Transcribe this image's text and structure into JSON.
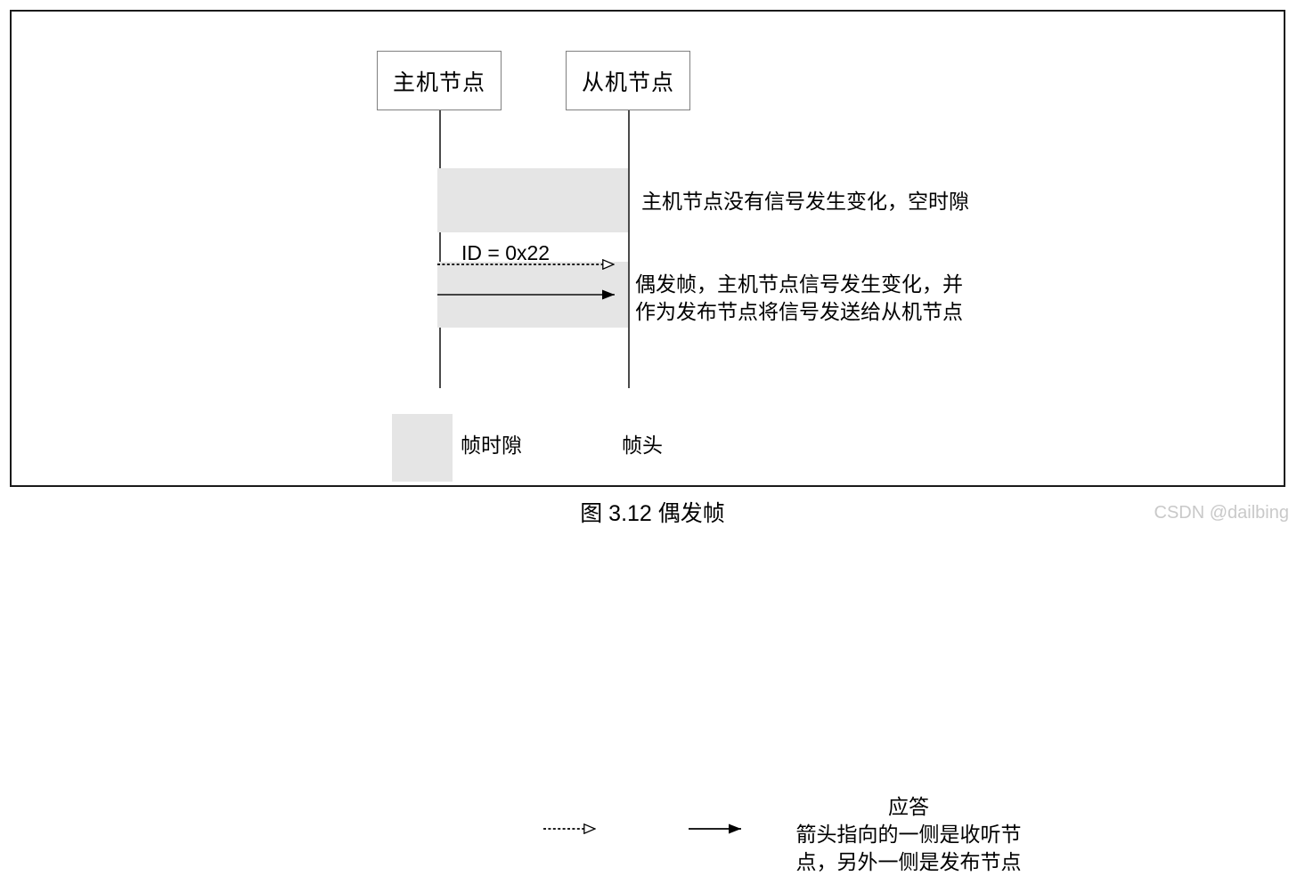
{
  "figure": {
    "caption": "图 3.12  偶发帧",
    "watermark": "CSDN @dailbing",
    "frame_border_color": "#1a1a1a",
    "slot_fill_color": "#e5e5e5",
    "line_color": "#4a4a4a"
  },
  "nodes": [
    {
      "id": "master",
      "label": "主机节点"
    },
    {
      "id": "slave",
      "label": "从机节点"
    }
  ],
  "messages": [
    {
      "id": "frame-header",
      "label": "ID = 0x22",
      "style": "dashed",
      "arrowhead": "hollow",
      "from": "master",
      "to": "slave"
    },
    {
      "id": "response",
      "label": "",
      "style": "solid",
      "arrowhead": "filled",
      "from": "master",
      "to": "slave"
    }
  ],
  "annotations": [
    {
      "id": "empty-slot",
      "text": "主机节点没有信号发生变化，空时隙"
    },
    {
      "id": "sporadic-frame",
      "text": "偶发帧，主机节点信号发生变化，并\n作为发布节点将信号发送给从机节点"
    }
  ],
  "legend": {
    "slot_label": "帧时隙",
    "header_label": "帧头",
    "response_title": "应答",
    "response_desc": "箭头指向的一侧是收听节\n点，另外一侧是发布节点"
  }
}
